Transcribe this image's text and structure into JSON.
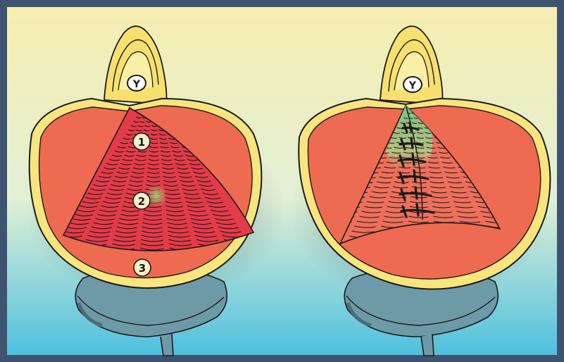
{
  "colors": {
    "border": "#3E5370",
    "bg_top": "#F6EDB0",
    "bg_mid": "#E6F1D6",
    "bg_bottom": "#58C4DE",
    "muscle_outer": "#EE6A50",
    "muscle_triangle_left": "#E53A48",
    "muscle_triangle_right": "#EE6F5A",
    "fascia_yellow": "#F8E57E",
    "bladder_blue": "#6E9AA8",
    "suture_green": "#7BBE6A",
    "ink": "#1A1A1A",
    "label_fill": "#F7F0C8"
  },
  "left_panel": {
    "labels": [
      "1",
      "2",
      "3"
    ]
  },
  "right_panel": {
    "urethra_mark": "Y"
  },
  "left_urethra_mark": "Y"
}
